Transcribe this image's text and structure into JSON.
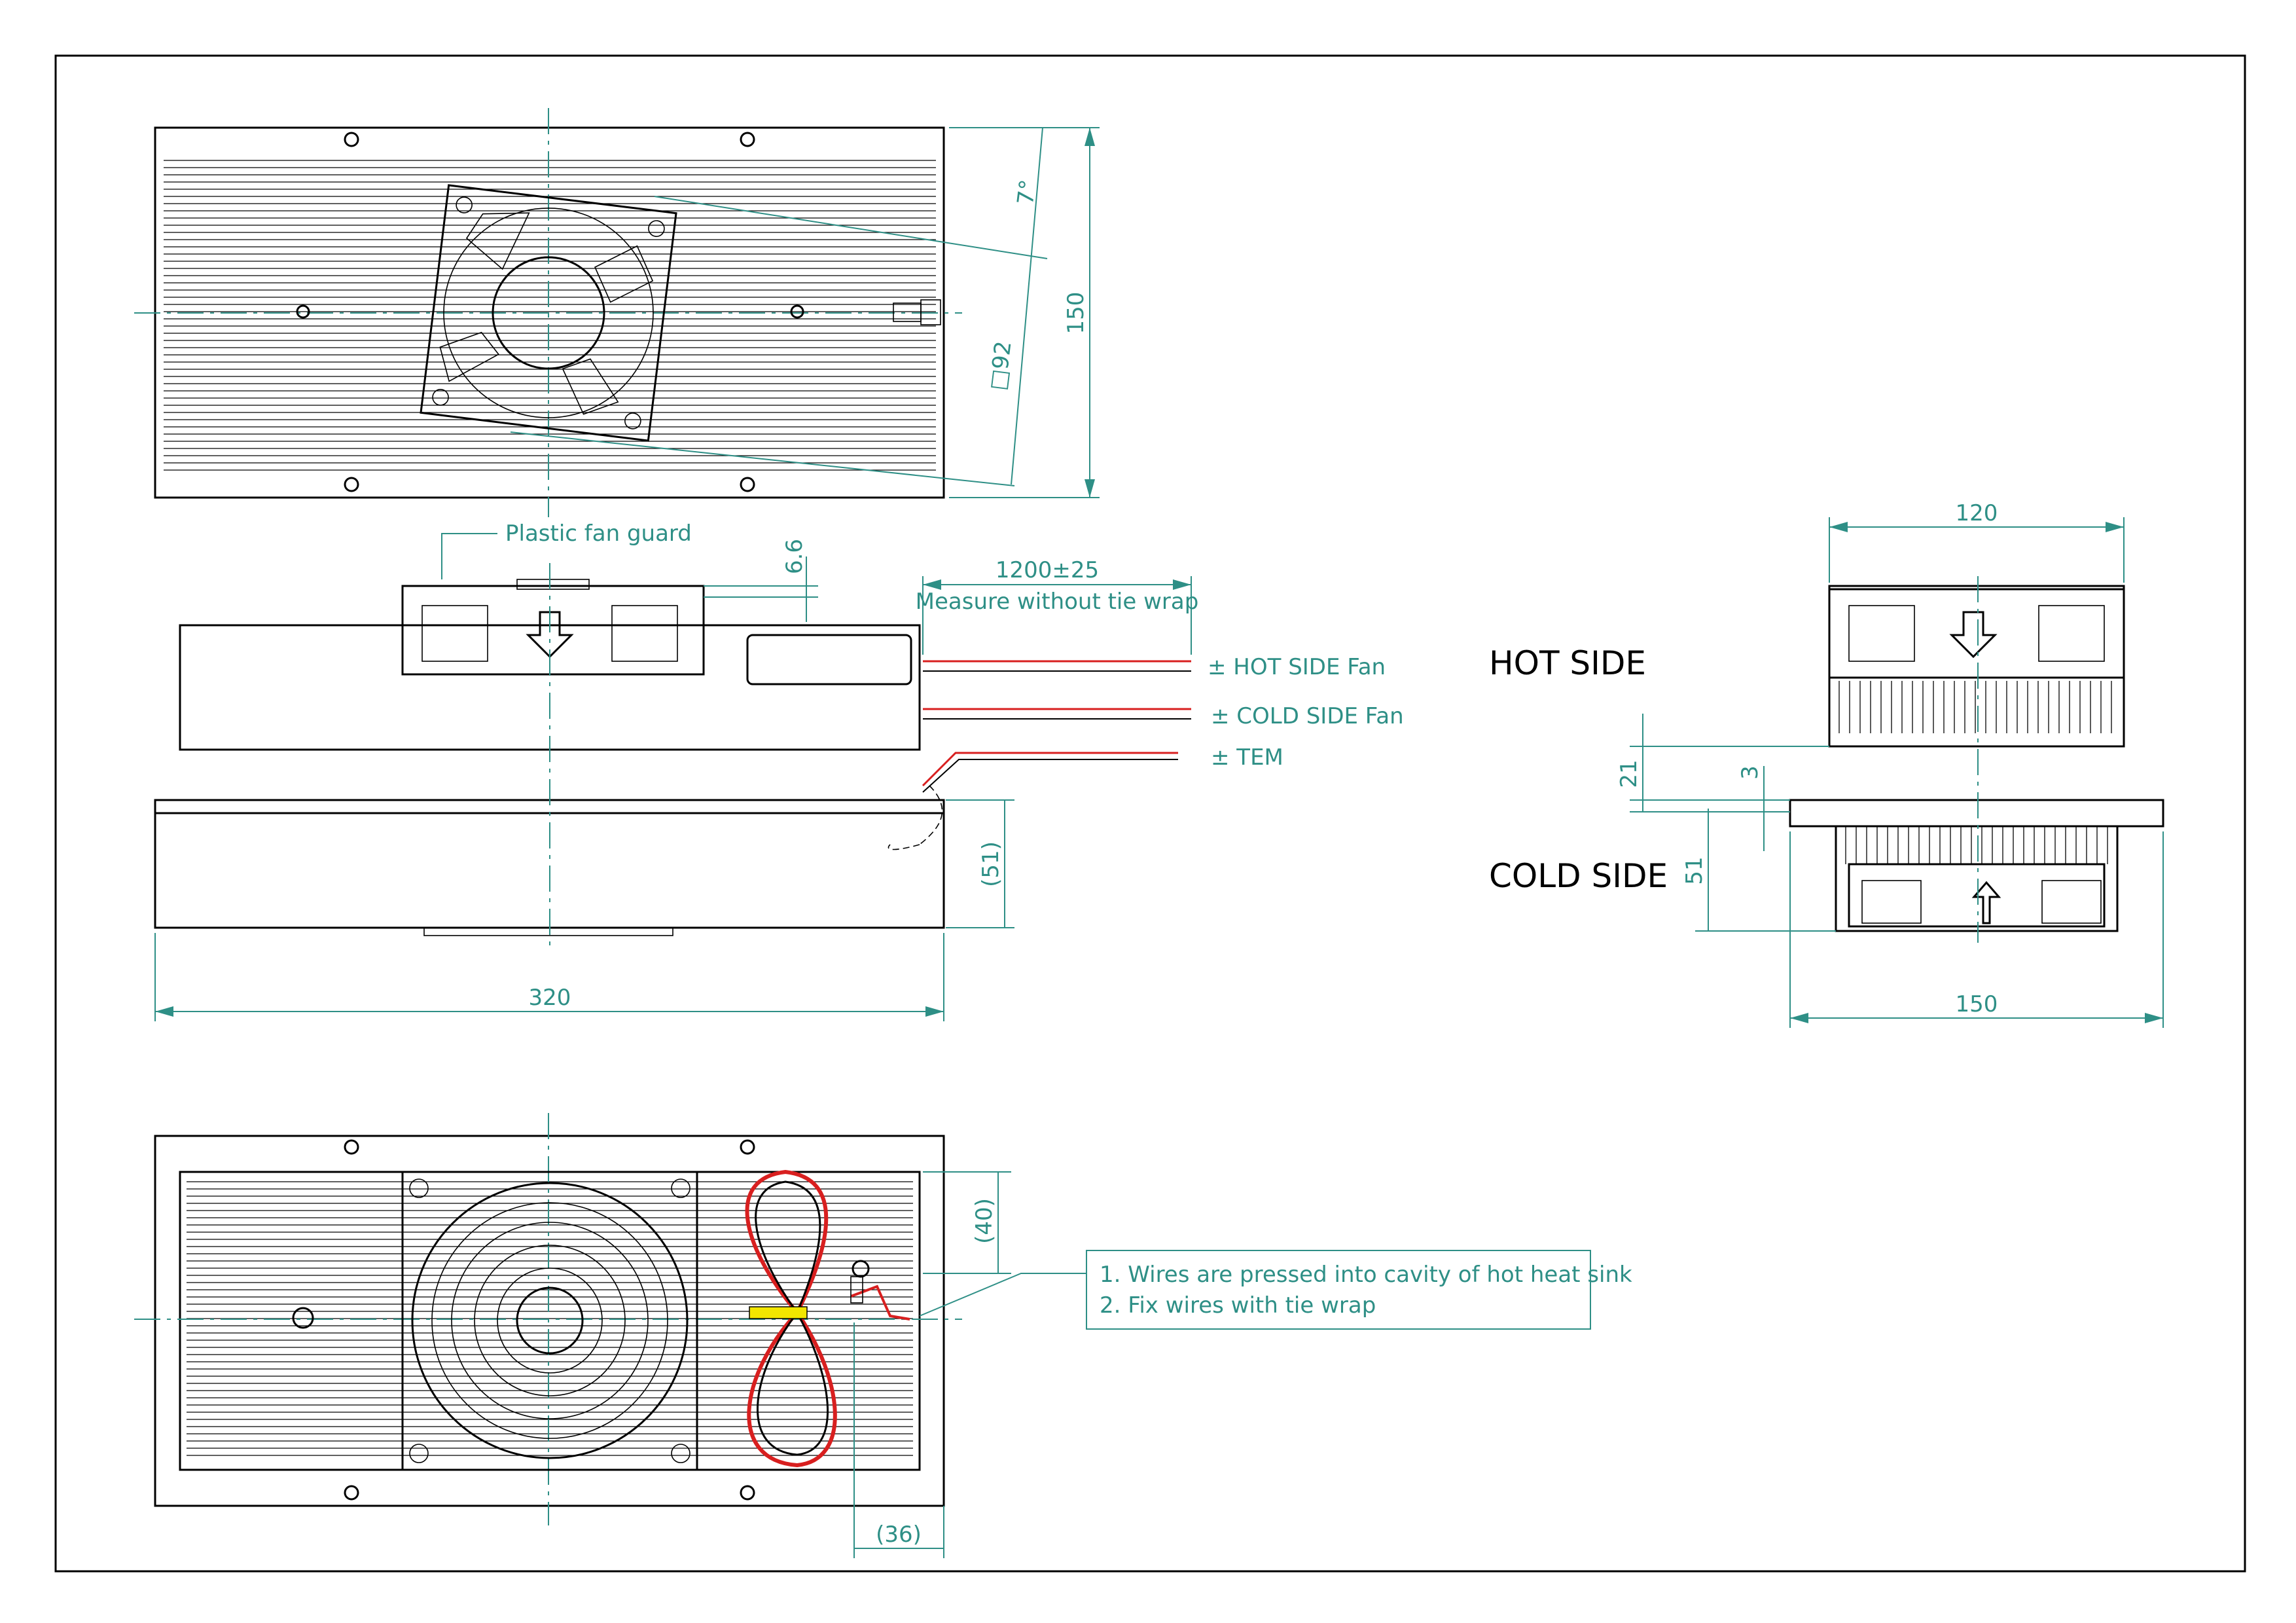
{
  "top_view": {
    "dim_angle": "7°",
    "dim_fan_size": "□92",
    "dim_height": "150"
  },
  "side_view": {
    "callout_fan_guard": "Plastic fan guard",
    "dim_guard": "6.6",
    "dim_cable_length": "1200±25",
    "cable_note": "Measure without tie wrap",
    "wire_hot_fan": "± HOT SIDE Fan",
    "wire_cold_fan": "± COLD SIDE Fan",
    "wire_tem": "± TEM",
    "dim_cold_height": "(51)",
    "dim_length": "320"
  },
  "end_view": {
    "dim_top_width": "120",
    "label_hot": "HOT SIDE",
    "label_cold": "COLD SIDE",
    "dim_21": "21",
    "dim_3": "3",
    "dim_51": "51",
    "dim_bottom_width": "150"
  },
  "bottom_view": {
    "dim_40": "(40)",
    "dim_36": "(36)",
    "note_line1": "1. Wires are pressed into cavity of hot heat sink",
    "note_line2": "2. Fix wires with tie wrap"
  },
  "colors": {
    "annotation": "#2e8f86",
    "wire_red": "#d81f1f",
    "tie_wrap": "#f2e600",
    "outline": "#000000"
  }
}
